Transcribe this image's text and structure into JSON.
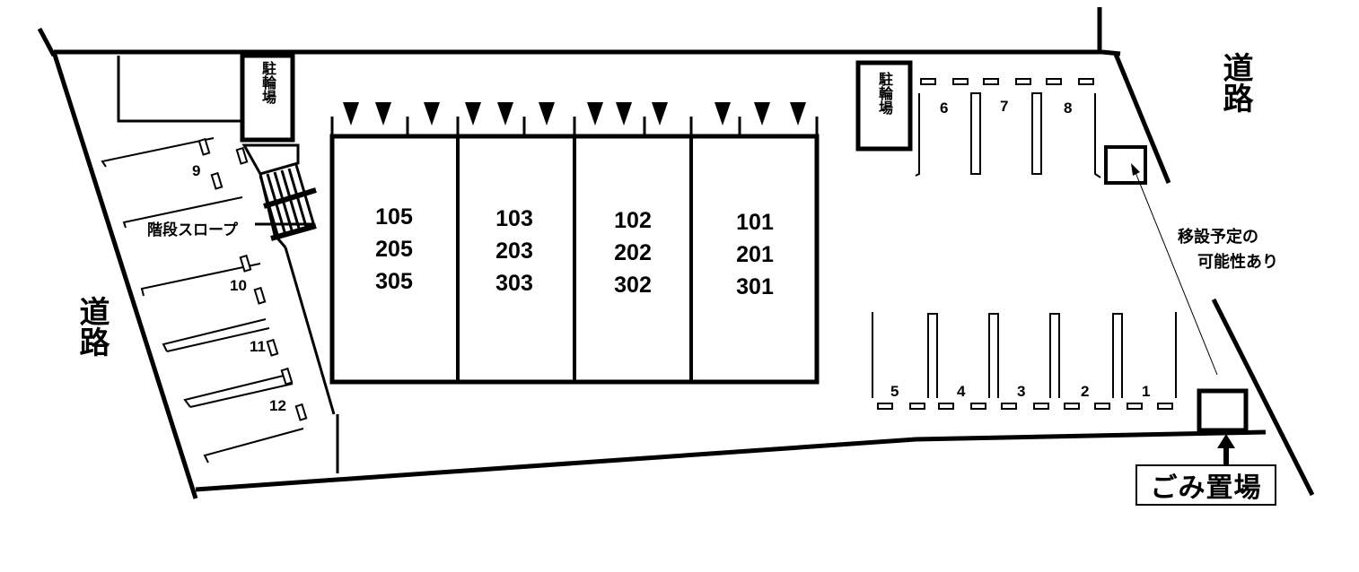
{
  "roads": {
    "left": "道路",
    "right": "道路"
  },
  "bicycle_parking": {
    "left": "駐輪場",
    "right": "駐輪場"
  },
  "stairs_slope": "階段スロープ",
  "buildings": [
    {
      "units": [
        "105",
        "205",
        "305"
      ]
    },
    {
      "units": [
        "103",
        "203",
        "303"
      ]
    },
    {
      "units": [
        "102",
        "202",
        "302"
      ]
    },
    {
      "units": [
        "101",
        "201",
        "301"
      ]
    }
  ],
  "parking_spaces": {
    "left_column": [
      "9",
      "10",
      "11",
      "12"
    ],
    "top_right": [
      "6",
      "7",
      "8"
    ],
    "bottom_right": [
      "5",
      "4",
      "3",
      "2",
      "1"
    ]
  },
  "relocation_note": {
    "line1": "移設予定の",
    "line2": "可能性あり"
  },
  "garbage_area": "ごみ置場"
}
